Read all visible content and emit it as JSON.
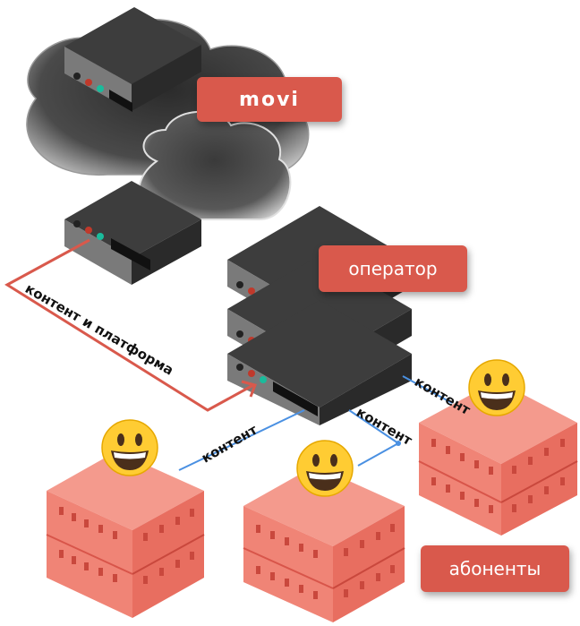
{
  "nodes": {
    "provider_logo": "movi",
    "operator_label": "оператор",
    "subscribers_label": "абоненты"
  },
  "edges": {
    "provider_to_operator": "контент и платформа",
    "operator_to_subscriber_left": "контент",
    "operator_to_subscriber_middle": "контент",
    "operator_to_subscriber_right": "контент"
  },
  "colors": {
    "accent": "#d9594c",
    "building": "#f08476",
    "server": "#3a3a3a",
    "edge_red": "#d9594c",
    "edge_blue": "#4a90e2"
  },
  "icons": {
    "subscriber": "grinning-face-emoji",
    "server": "server-rack-icon",
    "cloud": "cloud-icon"
  }
}
